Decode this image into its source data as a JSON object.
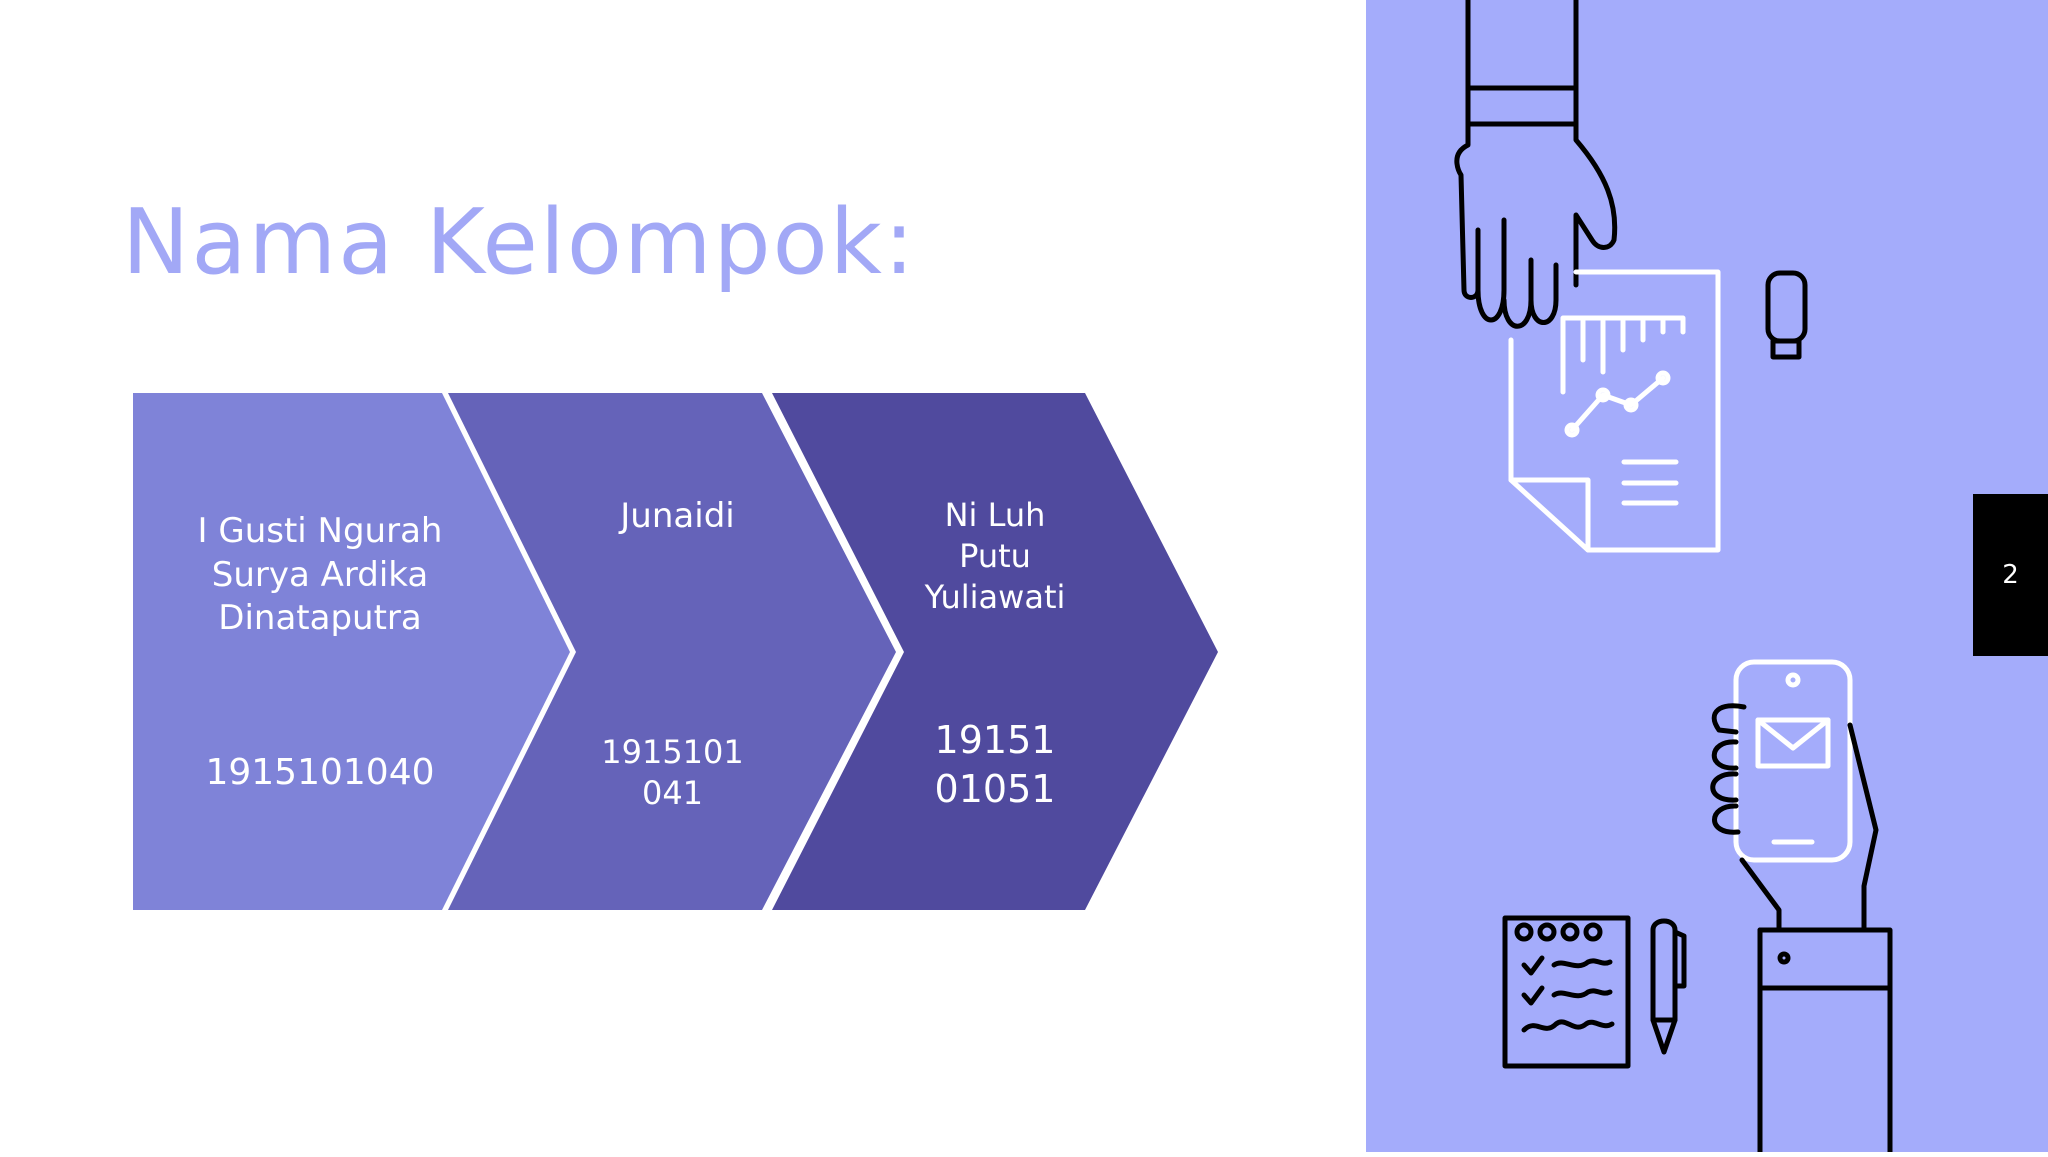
{
  "slide": {
    "title": "Nama Kelompok:",
    "page_number": "2"
  },
  "members": [
    {
      "name": "I Gusti Ngurah Surya Ardika Dinataputra",
      "nim": "1915101040",
      "color": "#7f83d8"
    },
    {
      "name": "Junaidi",
      "nim": "1915101041",
      "color": "#6563b9"
    },
    {
      "name": "Ni Luh Putu Yuliawati",
      "nim": "1915101051",
      "color": "#504a9e"
    }
  ],
  "illustration": {
    "background": "#a4acfb",
    "icons": [
      "hand-icon",
      "document-chart-icon",
      "usb-drive-icon",
      "phone-mail-icon",
      "notepad-checklist-icon",
      "pen-icon"
    ]
  }
}
